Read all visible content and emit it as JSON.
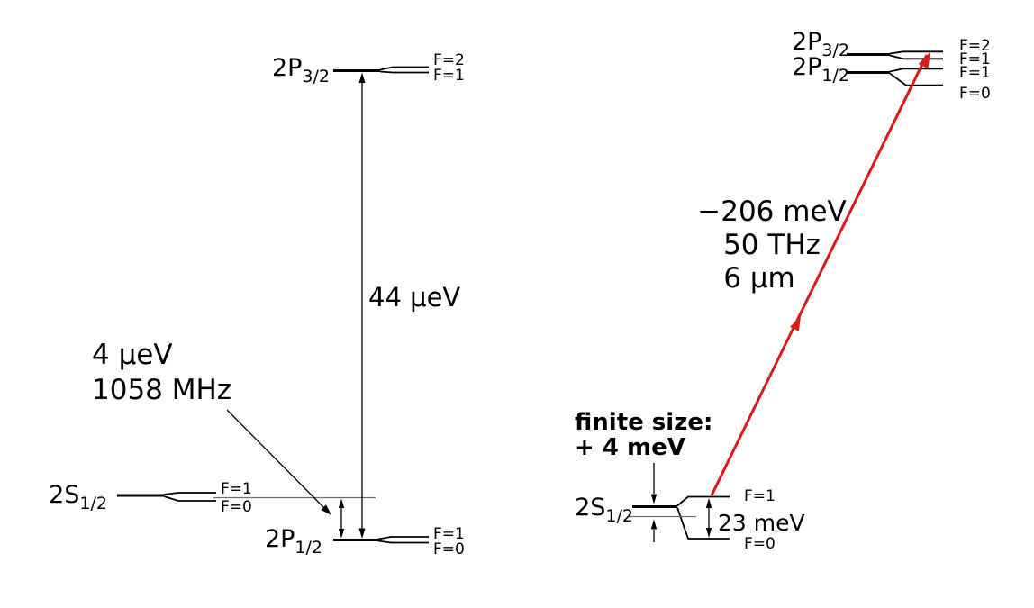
{
  "colors": {
    "level": "#000000",
    "guide": "#6b6b6b",
    "transition": "#da1a1a",
    "finite_size": "#1a1ab4"
  },
  "left_diagram": {
    "p32_label": {
      "base": "2P",
      "sub": "3/2"
    },
    "s12_label": {
      "base": "2S",
      "sub": "1/2"
    },
    "p12_label": {
      "base": "2P",
      "sub": "1/2"
    },
    "p32_f2": "F=2",
    "p32_f1": "F=1",
    "s12_f1": "F=1",
    "s12_f0": "F=0",
    "p12_f1": "F=1",
    "p12_f0": "F=0",
    "fine_structure_interval": "44 μeV",
    "lamb_shift_line1": "4 μeV",
    "lamb_shift_line2": "1058 MHz"
  },
  "right_diagram": {
    "p32_label": {
      "base": "2P",
      "sub": "3/2"
    },
    "p12_label": {
      "base": "2P",
      "sub": "1/2"
    },
    "s12_label": {
      "base": "2S",
      "sub": "1/2"
    },
    "p32_f2": "F=2",
    "p32_f1": "F=1",
    "p12_f1": "F=1",
    "p12_f0": "F=0",
    "s12_f1": "F=1",
    "s12_f0": "F=0",
    "transition_line1": "−206 meV",
    "transition_line2": "50 THz",
    "transition_line3": "6 μm",
    "finite_size_line1": "finite size:",
    "finite_size_line2": "+ 4 meV",
    "hyperfine_interval": "23 meV"
  }
}
